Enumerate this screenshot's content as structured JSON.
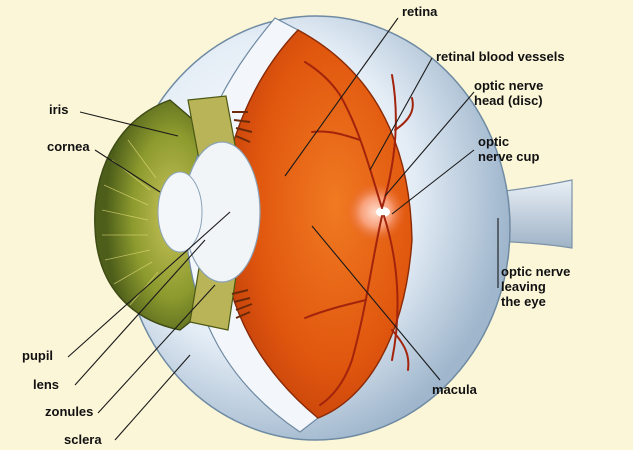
{
  "labels": {
    "retina": "retina",
    "retinal_vessels": "retinal blood vessels",
    "optic_disc": "optic nerve\nhead (disc)",
    "optic_cup": "optic\nnerve cup",
    "optic_nerve": "optic nerve\nleaving\nthe eye",
    "iris": "iris",
    "cornea": "cornea",
    "pupil": "pupil",
    "lens": "lens",
    "zonules": "zonules",
    "sclera": "sclera",
    "macula": "macula"
  },
  "colors": {
    "background": "#fbf6d8",
    "sclera": "#dfe9f3",
    "retina": "#e2560f",
    "iris": "#8c9a2e",
    "vessels": "#a3240c",
    "leader_lines": "#1a1a1a"
  }
}
